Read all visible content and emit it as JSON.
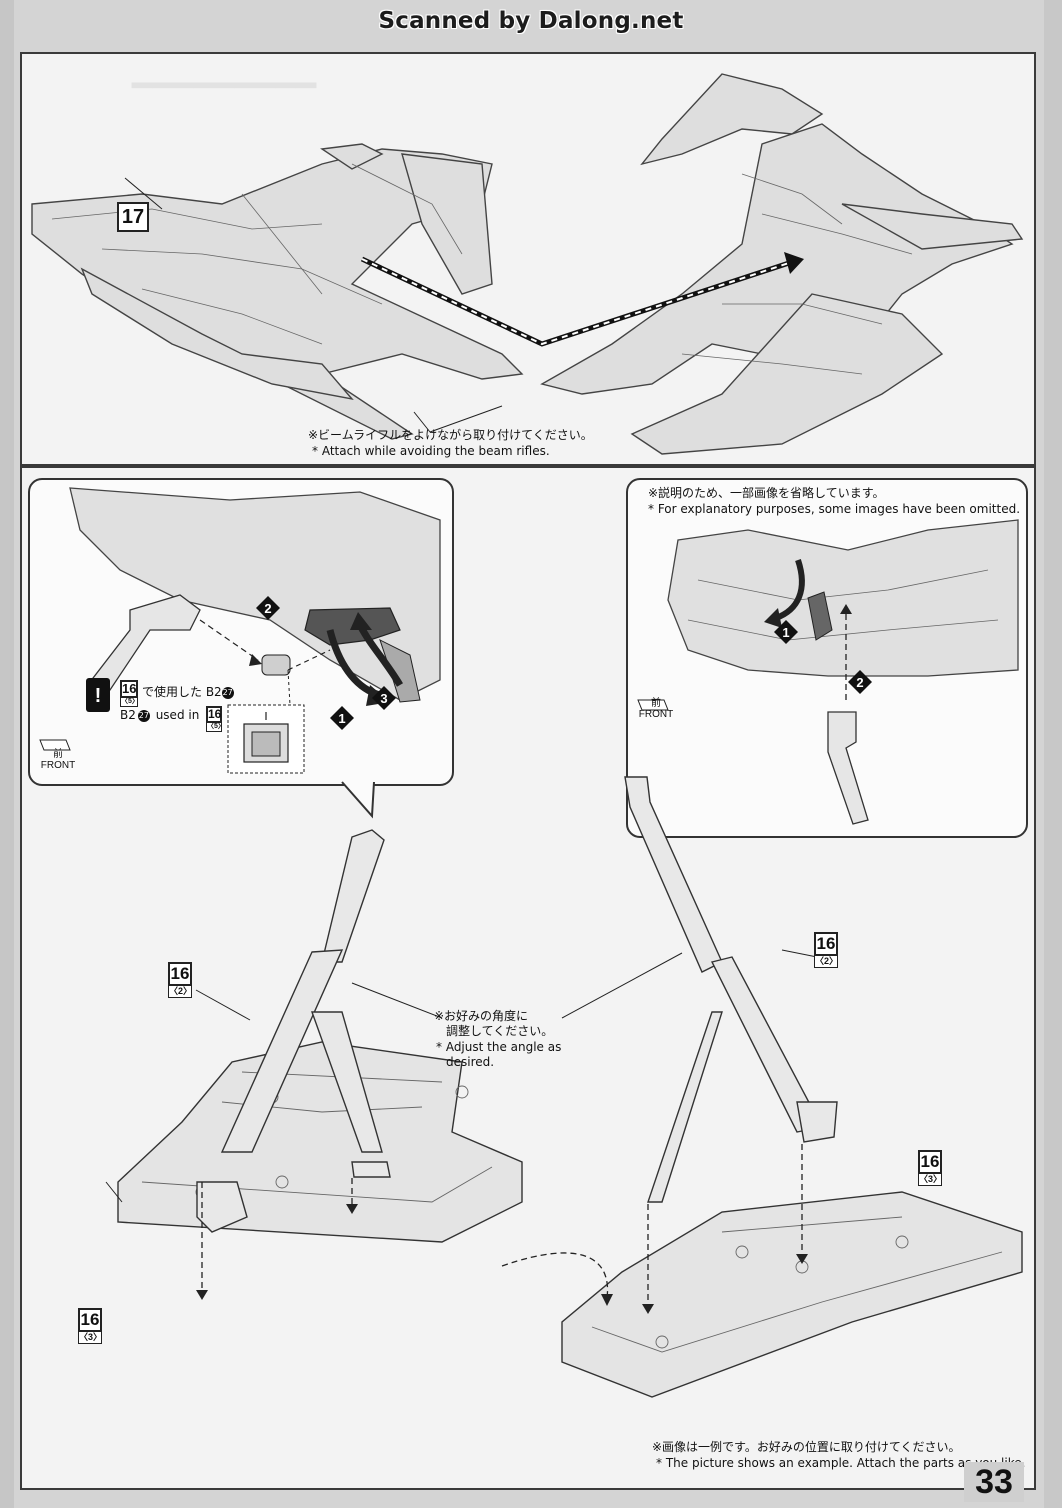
{
  "watermark": "Scanned by Dalong.net",
  "page_number": "33",
  "top_step": {
    "step_number": "17",
    "note_jp": "※ビームライフルをよけながら取り付けてください。",
    "note_en": "* Attach while avoiding the beam rifles."
  },
  "left_callout": {
    "warning_jp_prefix": "で使用した B2",
    "warning_en_prefix": "B2",
    "warning_en_suffix": "used in",
    "part_number_circle": "27",
    "ref_tag": {
      "num": "16",
      "sub": "〈5〉"
    },
    "steps": [
      "1",
      "2",
      "3"
    ],
    "front_jp": "前",
    "front_en": "FRONT"
  },
  "right_callout": {
    "note_jp": "※説明のため、一部画像を省略しています。",
    "note_en": "* For explanatory purposes, some images have been omitted.",
    "steps": [
      "1",
      "2"
    ],
    "front_jp": "前",
    "front_en": "FRONT"
  },
  "angle_note": {
    "jp_line1": "※お好みの角度に",
    "jp_line2": "調整してください。",
    "en_line1": "* Adjust the angle as",
    "en_line2": "desired."
  },
  "part_tags": [
    {
      "num": "16",
      "sub": "〈2〉"
    },
    {
      "num": "16",
      "sub": "〈2〉"
    },
    {
      "num": "16",
      "sub": "〈3〉"
    },
    {
      "num": "16",
      "sub": "〈3〉"
    }
  ],
  "example_note": {
    "jp": "※画像は一例です。お好みの位置に取り付けてください。",
    "en": "* The picture shows an example. Attach the parts as you like."
  }
}
